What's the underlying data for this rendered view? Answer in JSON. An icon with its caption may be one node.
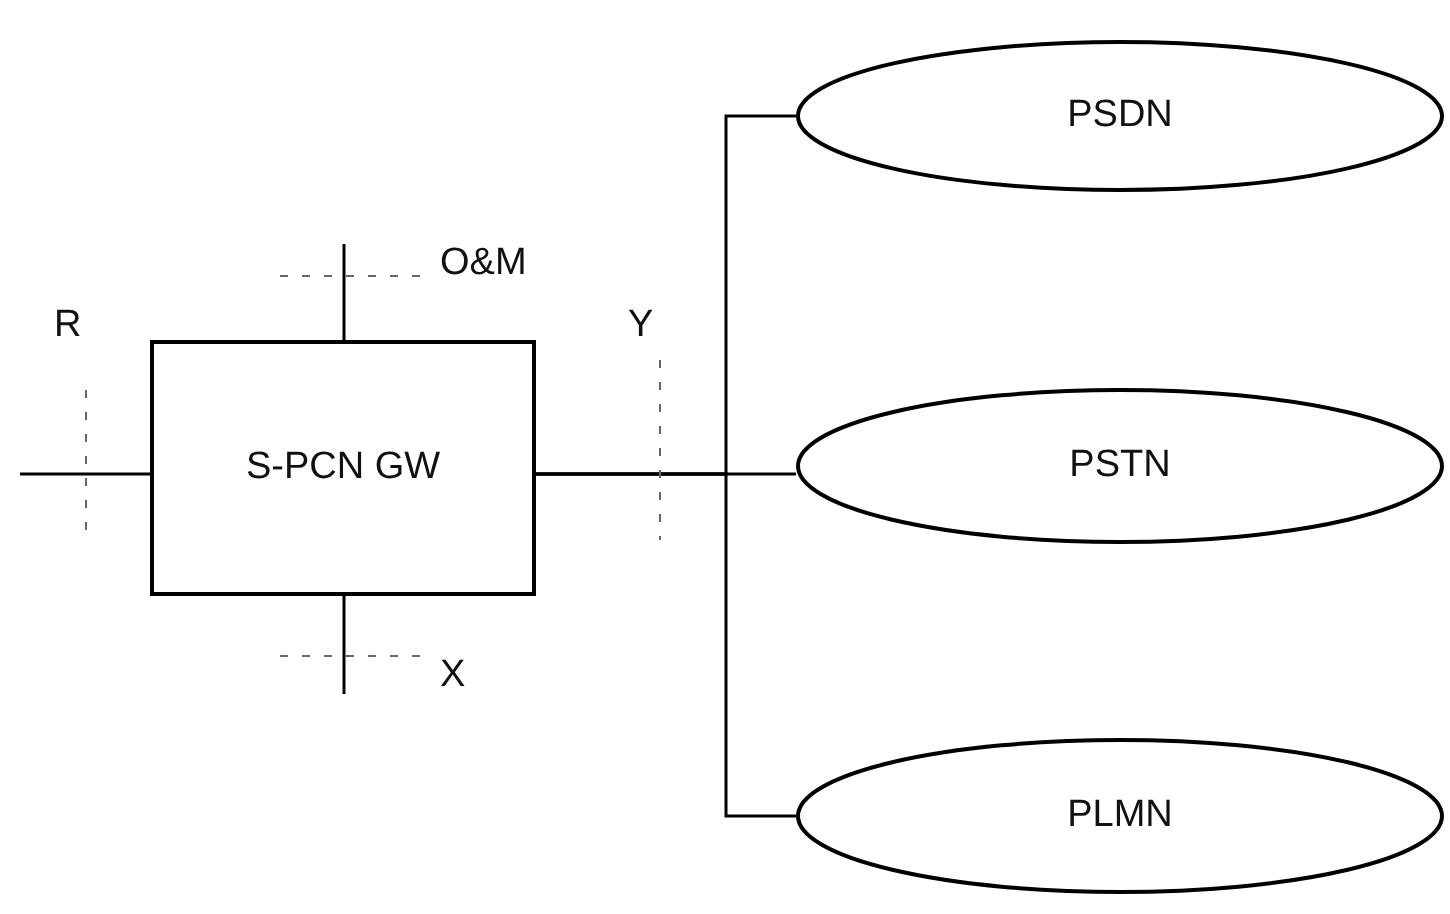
{
  "diagram": {
    "nodes": [
      {
        "text": [
          "S-PCN GW"
        ]
      },
      {
        "text": [
          "PSDN"
        ]
      },
      {
        "text": [
          "PSTN"
        ]
      },
      {
        "text": [
          "PLMN"
        ]
      }
    ],
    "edges": [
      {
        "from": 0,
        "to": 1,
        "arrow": "none"
      },
      {
        "from": 0,
        "to": 2,
        "arrow": "none"
      },
      {
        "from": 0,
        "to": 3,
        "arrow": "none"
      },
      {
        "from": null,
        "to": 0,
        "arrow": "none"
      },
      {
        "from": null,
        "to": 0,
        "arrow": "none"
      },
      {
        "from": null,
        "to": 0,
        "arrow": "none"
      }
    ],
    "labels": [
      "R",
      "O&M",
      "Y",
      "X"
    ]
  }
}
